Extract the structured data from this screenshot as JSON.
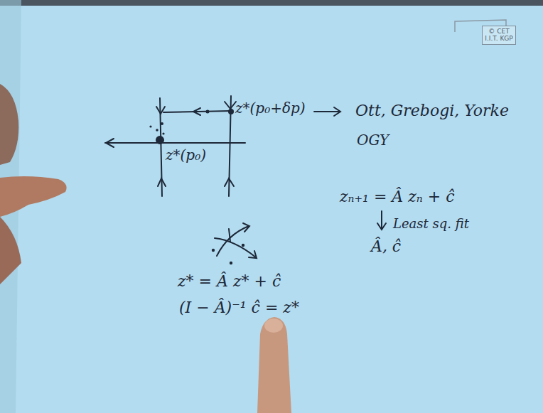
{
  "diagram": {
    "nodes": [
      {
        "text": [
          "© CET I.I.T. KGP"
        ]
      }
    ],
    "labels": [
      "z*(p₀+δp)",
      "z*(p₀)",
      "Ott, Grebogi, Yorke",
      "OGY",
      "zₙ₊₁ = Â zₙ + ĉ",
      "Least sq. fit",
      "Â, ĉ",
      "z* = Â z* + ĉ",
      "(I − Â)⁻¹ ĉ = z*"
    ]
  }
}
